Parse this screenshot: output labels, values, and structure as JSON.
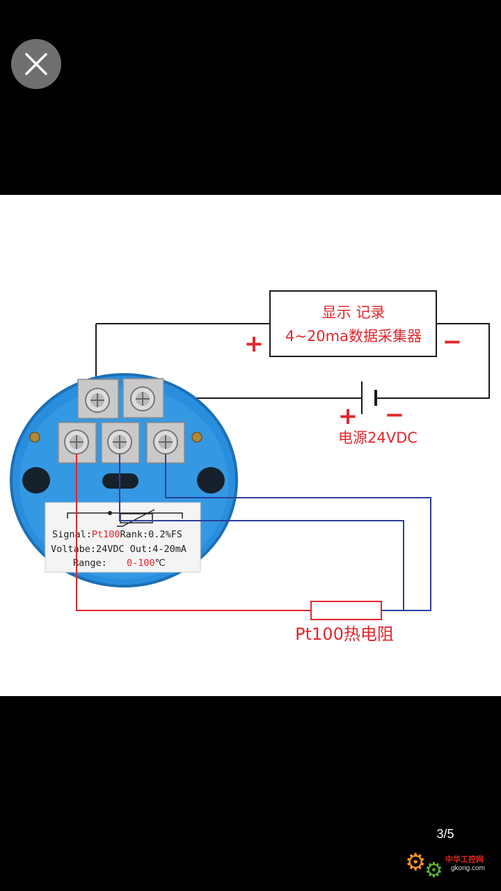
{
  "viewer": {
    "close_icon": "close-icon",
    "page_counter": "3/5"
  },
  "diagram": {
    "collector": {
      "line1": "显示 记录",
      "line2": "4~20ma数据采集器",
      "plus": "+",
      "minus": "−"
    },
    "power": {
      "plus": "+",
      "minus": "−",
      "label": "电源24VDC"
    },
    "transmitter_label": {
      "signal_prefix": "Signal:",
      "signal_value": "Pt100",
      "rank": "Rank:0.2%FS",
      "line2": "Voltabe:24VDC Out:4-20mA",
      "range_prefix": "Range:",
      "range_value": "0-100",
      "range_unit": "℃"
    },
    "sensor_label": "Pt100热电阻"
  },
  "watermark": {
    "icon": "gear-icon",
    "name": "中华工控网",
    "domain": "gkong.com"
  },
  "colors": {
    "background": "#000000",
    "diagram_red": "#e3262b",
    "wire_blue": "#2b3f9c",
    "wire_black": "#1a1a1a",
    "transmitter_body": "#2a8ede"
  }
}
